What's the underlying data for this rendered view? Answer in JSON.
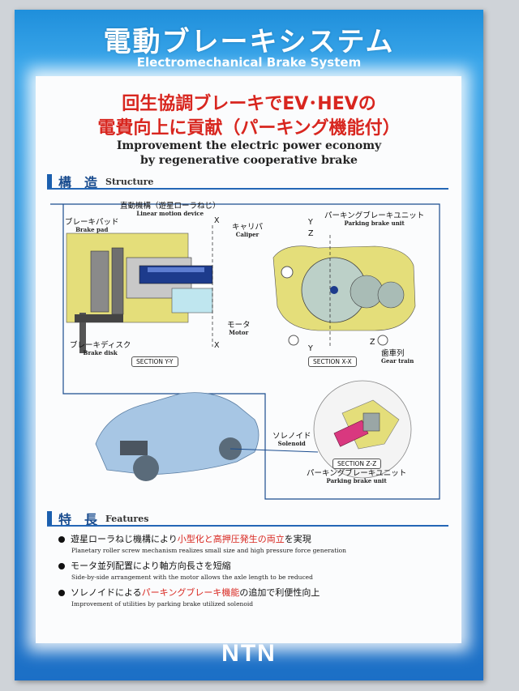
{
  "poster": {
    "title_jp": "電動ブレーキシステム",
    "title_en": "Electromechanical Brake System",
    "headline_line1": "回生協調ブレーキでEV･HEVの",
    "headline_line2": "電費向上に貢献（パーキング機能付）",
    "subhead_line1": "Improvement the electric power economy",
    "subhead_line2": "by regenerative cooperative brake",
    "logo": "NTN"
  },
  "structure": {
    "heading_jp": "構　造",
    "heading_en": "Structure",
    "labels": {
      "linear_jp": "直動機構（遊星ローラねじ）",
      "linear_en": "Linear motion device",
      "pad_jp": "ブレーキパッド",
      "pad_en": "Brake pad",
      "disk_jp": "ブレーキディスク",
      "disk_en": "Brake disk",
      "motor_jp": "モータ",
      "motor_en": "Motor",
      "caliper_jp": "キャリパ",
      "caliper_en": "Caliper",
      "pbu_jp": "パーキングブレーキユニット",
      "pbu_en": "Parking brake unit",
      "gear_jp": "歯車列",
      "gear_en": "Gear train",
      "solenoid_jp": "ソレノイド",
      "solenoid_en": "Solenoid",
      "pbu2_jp": "パーキングブレーキユニット",
      "pbu2_en": "Parking brake unit"
    },
    "sections": {
      "yy": "SECTION Y-Y",
      "xx": "SECTION X-X",
      "zz": "SECTION Z-Z"
    },
    "axes": {
      "x": "X",
      "y": "Y",
      "z": "Z"
    }
  },
  "features": {
    "heading_jp": "特　長",
    "heading_en": "Features",
    "items": [
      {
        "jp_a": "遊星ローラねじ機構により",
        "jp_red": "小型化と高押圧発生の両立",
        "jp_b": "を実現",
        "en": "Planetary roller screw mechanism realizes small size and high pressure force generation"
      },
      {
        "jp_a": "モータ並列配置により軸方向長さを短縮",
        "jp_red": "",
        "jp_b": "",
        "en": "Side-by-side arrangement with the motor allows the axle length to be reduced"
      },
      {
        "jp_a": "ソレノイドによる",
        "jp_red": "パーキングブレーキ機能",
        "jp_b": "の追加で利便性向上",
        "en": "Improvement of utilities by parking brake utilized solenoid"
      }
    ]
  },
  "colors": {
    "accent_red": "#d8261f",
    "frame_blue": "#2f95dd",
    "section_blue": "#1b5fae"
  }
}
